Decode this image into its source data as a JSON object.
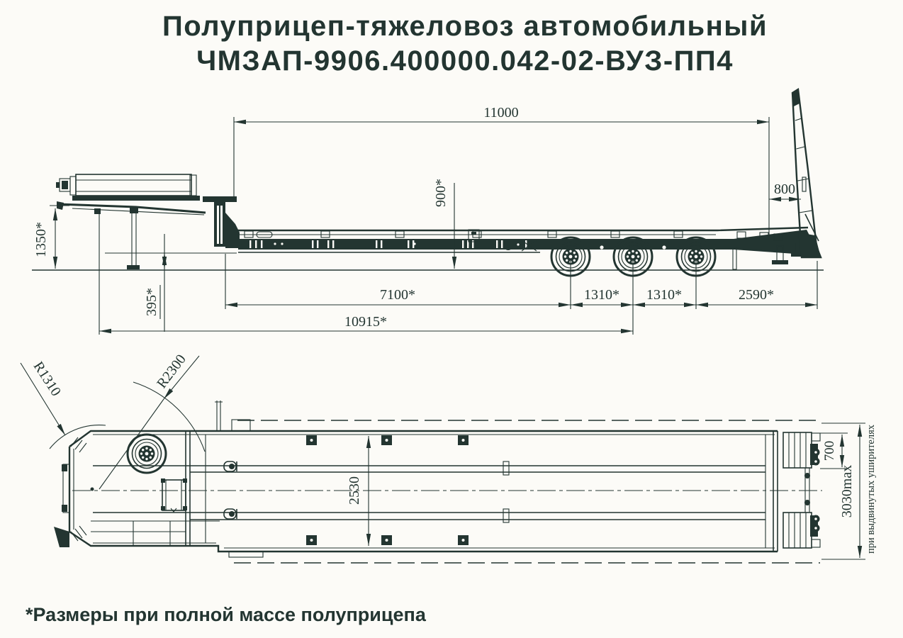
{
  "document": {
    "title_line1": "Полуприцеп-тяжеловоз автомобильный",
    "title_line2": "ЧМЗАП-9906.400000.042-02-ВУЗ-ПП4",
    "footnote": "*Размеры при полной массе полуприцепа"
  },
  "colors": {
    "ink": "#233531",
    "paper": "#fcfbf7"
  },
  "side_view": {
    "dims": {
      "platform_length": "11000",
      "ramp_offset": "800",
      "deck_height": "900*",
      "gooseneck_height": "1350*",
      "ground_clearance": "395*",
      "front_to_first_axle": "7100*",
      "axle_spacing_1": "1310*",
      "axle_spacing_2": "1310*",
      "rear_overhang": "2590*",
      "front_to_middle_axle": "10915*"
    }
  },
  "top_view": {
    "dims": {
      "platform_width": "2530",
      "ramp_width": "700",
      "max_width": "3030max",
      "max_width_note": "при выдвинутых уширителях",
      "turn_radius_inner": "R1310",
      "turn_radius_outer": "R2300"
    }
  }
}
